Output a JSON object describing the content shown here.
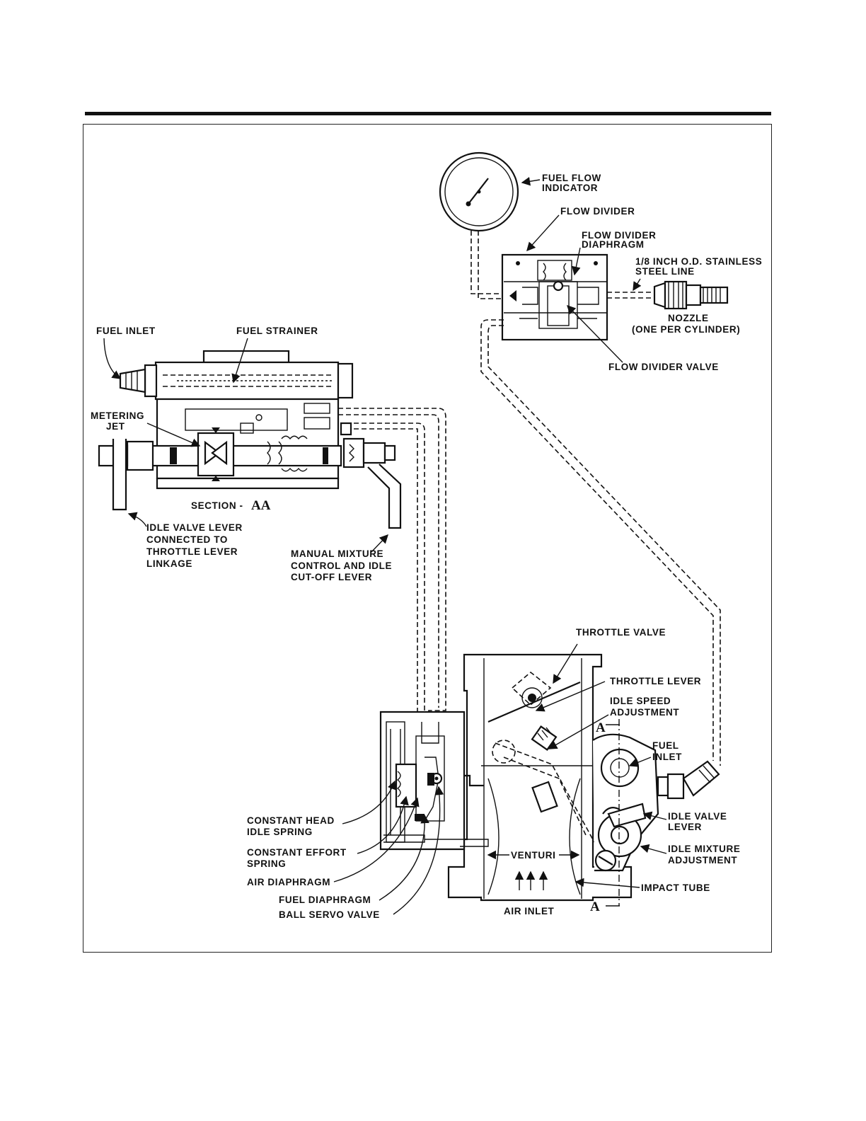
{
  "labels": {
    "fuel_flow_indicator": [
      "FUEL FLOW",
      "INDICATOR"
    ],
    "flow_divider": "FLOW DIVIDER",
    "flow_divider_diaphragm": [
      "FLOW DIVIDER",
      "DIAPHRAGM"
    ],
    "steel_line": [
      "1/8 INCH O.D. STAINLESS",
      "STEEL LINE"
    ],
    "nozzle": [
      "NOZZLE",
      "(ONE PER CYLINDER)"
    ],
    "flow_divider_valve": "FLOW DIVIDER VALVE",
    "fuel_inlet_top": "FUEL INLET",
    "fuel_strainer": "FUEL STRAINER",
    "metering_jet": [
      "METERING",
      "JET"
    ],
    "section": "SECTION -",
    "section_letters": "AA",
    "idle_valve_lever_left": [
      "IDLE VALVE LEVER",
      "CONNECTED TO",
      "THROTTLE LEVER",
      "LINKAGE"
    ],
    "manual_mixture": [
      "MANUAL MIXTURE",
      "CONTROL AND IDLE",
      "CUT-OFF LEVER"
    ],
    "throttle_valve": "THROTTLE VALVE",
    "throttle_lever": "THROTTLE LEVER",
    "idle_speed_adjustment": [
      "IDLE SPEED",
      "ADJUSTMENT"
    ],
    "fuel_inlet_right": [
      "FUEL",
      "INLET"
    ],
    "idle_valve_lever_right": [
      "IDLE VALVE",
      "LEVER"
    ],
    "idle_mixture_adjustment": [
      "IDLE MIXTURE",
      "ADJUSTMENT"
    ],
    "impact_tube": "IMPACT TUBE",
    "venturi": "VENTURI",
    "air_inlet": "AIR INLET",
    "constant_head": [
      "CONSTANT HEAD",
      "IDLE SPRING"
    ],
    "constant_effort": [
      "CONSTANT EFFORT",
      "SPRING"
    ],
    "air_diaphragm": "AIR DIAPHRAGM",
    "fuel_diaphragm": "FUEL DIAPHRAGM",
    "ball_servo_valve": "BALL SERVO VALVE",
    "section_marker_a": "A"
  }
}
